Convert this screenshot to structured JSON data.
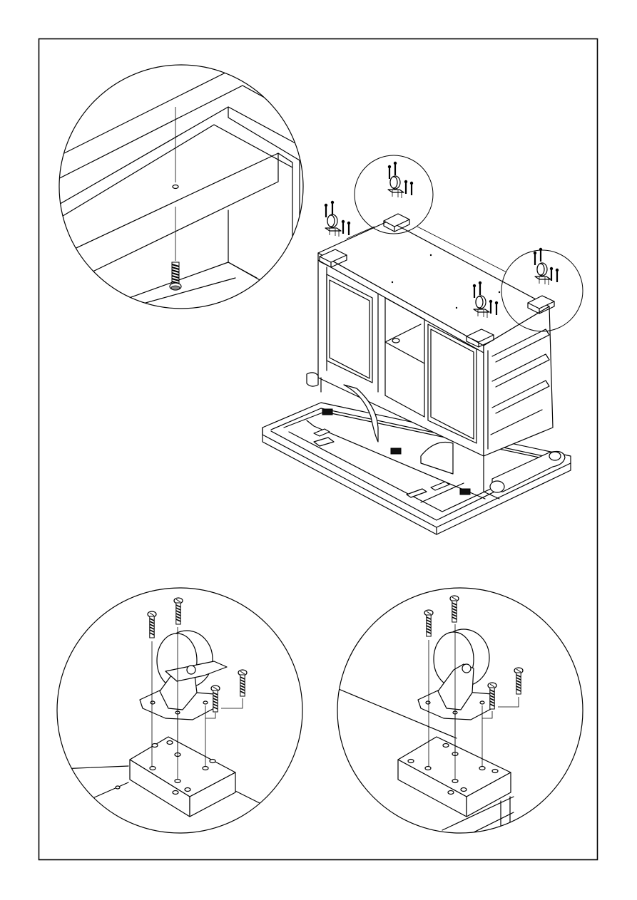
{
  "page": {
    "background": "#ffffff",
    "line_color": "#000000"
  },
  "figures": {
    "top_left_detail": {
      "icon": "screw-into-rail-detail"
    },
    "main_assembly": {
      "icon": "cabinet-upside-down-on-carton"
    },
    "bottom_left_detail": {
      "icon": "braked-caster-mounting-detail"
    },
    "bottom_right_detail": {
      "icon": "swivel-caster-mounting-detail"
    }
  }
}
